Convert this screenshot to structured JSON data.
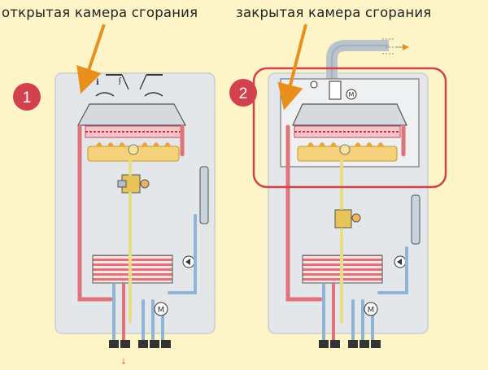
{
  "captions": {
    "open": "открытая камера сгорания",
    "closed": "закрытая камера сгорания"
  },
  "badges": {
    "first": "1",
    "second": "2"
  },
  "colors": {
    "background": "#fdf5c8",
    "panel": "#e4e7ea",
    "frame": "#d2414d",
    "arrow": "#e8901b",
    "hot_pipe": "#e0727a",
    "cold_pipe": "#8fb4d6",
    "gas_pipe": "#e8de86",
    "flue": "#b9c3cb"
  },
  "icons": {
    "motor": "M",
    "flow": "↓"
  }
}
